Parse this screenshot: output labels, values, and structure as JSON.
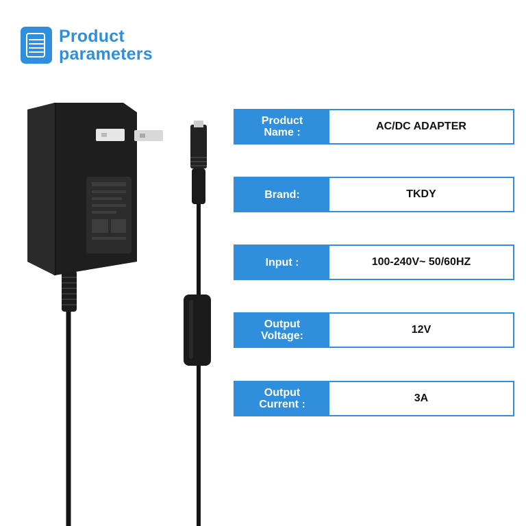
{
  "header": {
    "title": "Product\nparameters",
    "icon": "document-list-icon"
  },
  "colors": {
    "accent": "#2f8fdc",
    "product": "#1a1a1a"
  },
  "params": [
    {
      "label": "Product\nName :",
      "value": "AC/DC ADAPTER"
    },
    {
      "label": "Brand:",
      "value": "TKDY"
    },
    {
      "label": "Input :",
      "value": "100-240V~  50/60HZ"
    },
    {
      "label": "Output\nVoltage:",
      "value": "12V"
    },
    {
      "label": "Output\nCurrent :",
      "value": "3A"
    }
  ]
}
